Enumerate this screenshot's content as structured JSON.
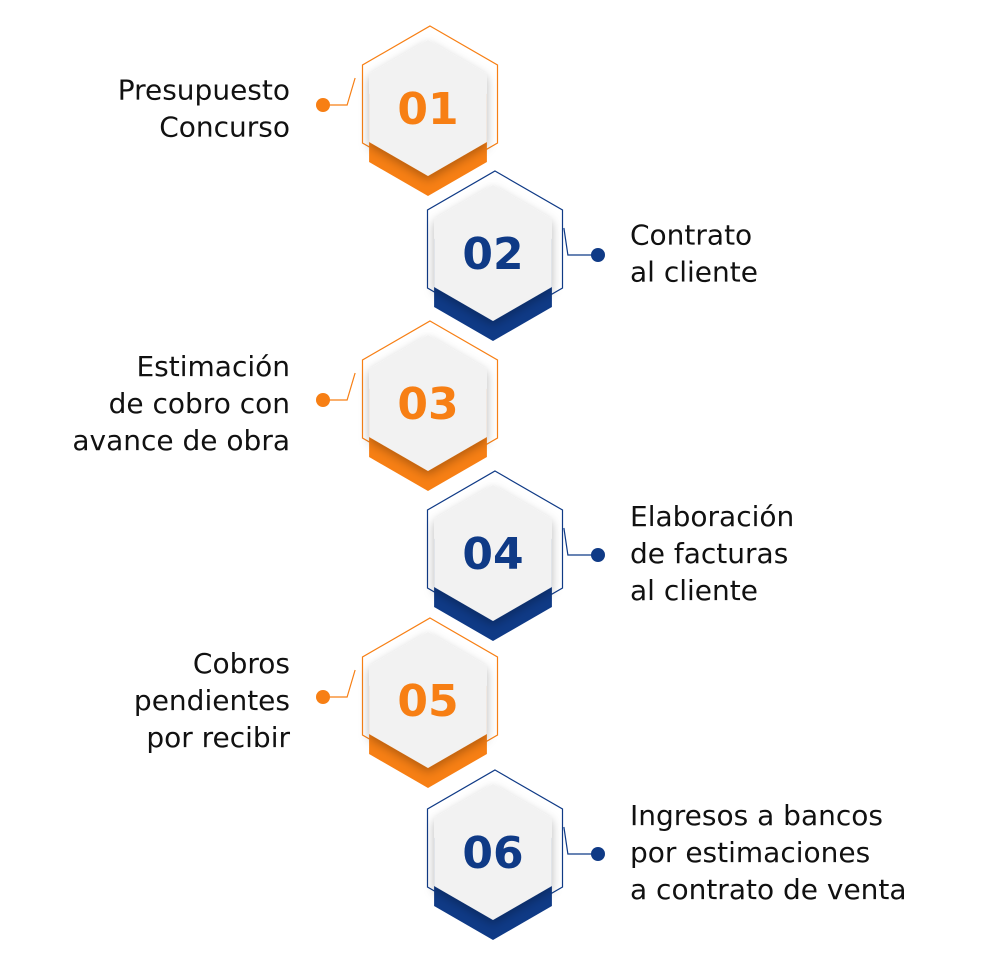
{
  "colors": {
    "orange": "#F77F14",
    "blue": "#0F3A86",
    "hex_face": "#F2F2F2",
    "text": "#111111"
  },
  "steps": [
    {
      "number": "01",
      "side": "left",
      "accent": "orange",
      "lines": [
        "Presupuesto",
        "Concurso"
      ]
    },
    {
      "number": "02",
      "side": "right",
      "accent": "blue",
      "lines": [
        "Contrato",
        "al cliente"
      ]
    },
    {
      "number": "03",
      "side": "left",
      "accent": "orange",
      "lines": [
        "Estimación",
        "de cobro con",
        "avance de obra"
      ]
    },
    {
      "number": "04",
      "side": "right",
      "accent": "blue",
      "lines": [
        "Elaboración",
        "de facturas",
        "al cliente"
      ]
    },
    {
      "number": "05",
      "side": "left",
      "accent": "orange",
      "lines": [
        "Cobros",
        "pendientes",
        "por recibir"
      ]
    },
    {
      "number": "06",
      "side": "right",
      "accent": "blue",
      "lines": [
        "Ingresos a bancos",
        "por estimaciones",
        "a contrato de venta"
      ]
    }
  ]
}
